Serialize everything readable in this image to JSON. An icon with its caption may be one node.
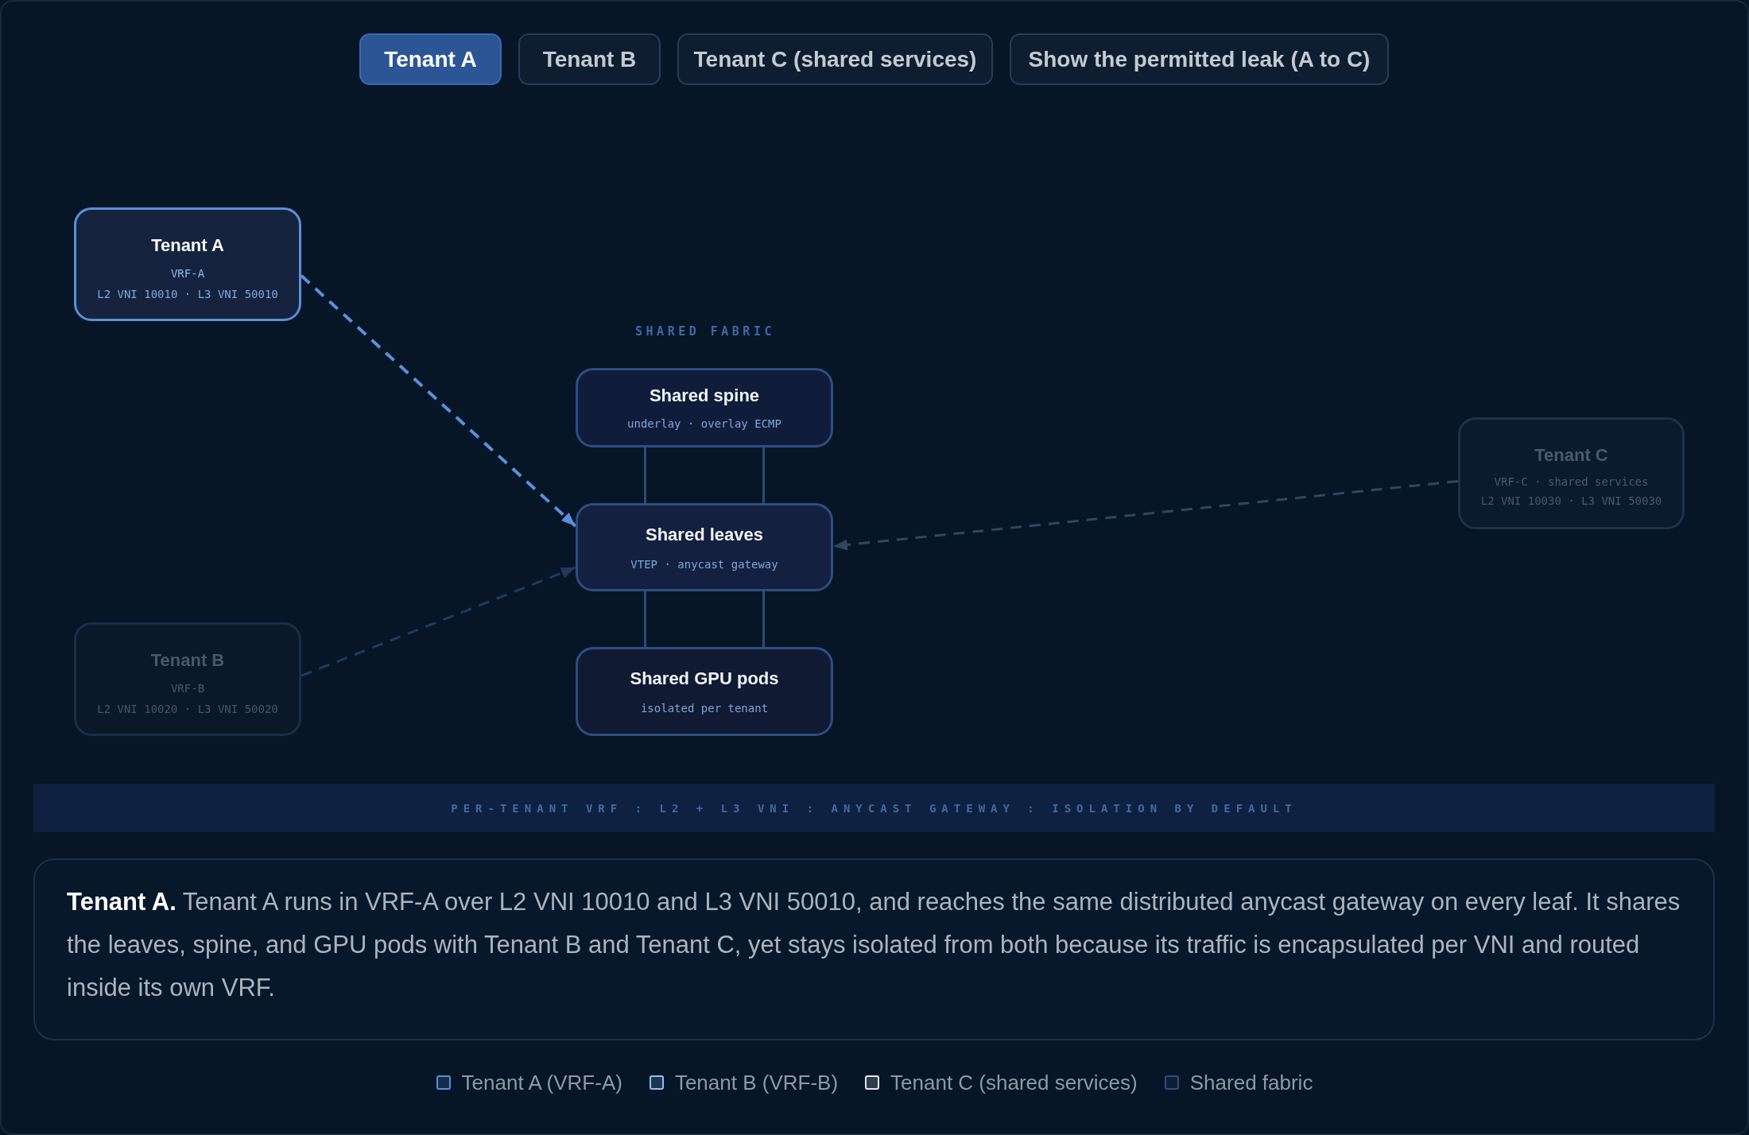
{
  "diagram": {
    "nodes": [
      {
        "text": [
          "Tenant A",
          "VRF-A",
          "L2 VNI 10010 · L3 VNI 50010"
        ]
      },
      {
        "text": [
          "Shared spine",
          "underlay · overlay ECMP"
        ]
      },
      {
        "text": [
          "Tenant C",
          "VRF-C · shared services",
          "L2 VNI 10030 · L3 VNI 50030"
        ]
      },
      {
        "text": [
          "Shared leaves",
          "VTEP · anycast gateway"
        ]
      },
      {
        "text": [
          "Tenant B",
          "VRF-B",
          "L2 VNI 10020 · L3 VNI 50020"
        ]
      },
      {
        "text": [
          "Shared GPU pods",
          "isolated per tenant"
        ]
      }
    ],
    "edges": [
      {
        "from": 0,
        "to": 3,
        "arrow": "to",
        "style": "dashed",
        "color": "#5b8fd9"
      },
      {
        "from": 1,
        "to": 3,
        "arrow": "none"
      },
      {
        "from": 1,
        "to": 3,
        "arrow": "none"
      },
      {
        "from": 2,
        "to": 3,
        "arrow": "to",
        "style": "dashed",
        "color": "#33465d"
      },
      {
        "from": 4,
        "to": 3,
        "arrow": "to",
        "style": "dashed",
        "color": "#213a5a"
      },
      {
        "from": 3,
        "to": 5,
        "arrow": "none"
      },
      {
        "from": 3,
        "to": 5,
        "arrow": "none"
      }
    ],
    "labels": [
      "Tenant A",
      "Tenant B",
      "Tenant C (shared services)",
      "Show the permitted leak (A to C)",
      "SHARED FABRIC",
      "PER-TENANT VRF : L2 + L3 VNI : ANYCAST GATEWAY : ISOLATION BY DEFAULT",
      "**Tenant A.** Tenant A runs in VRF-A over L2 VNI 10010 and L3 VNI 50010, and reaches the same distributed anycast gateway on every leaf. It shares the leaves, spine, and GPU pods with Tenant B and Tenant C, yet stays isolated from both because its traffic is encapsulated per VNI and routed inside its own VRF."
    ],
    "legend": [
      {
        "text": "Tenant A (VRF-A)",
        "color": "#5b8fd9"
      },
      {
        "text": "Tenant B (VRF-B)",
        "color": "#8fc0f0"
      },
      {
        "text": "Tenant C (shared services)",
        "color": "#e2e7ee"
      },
      {
        "text": "Shared fabric",
        "color": "#2f4d80"
      }
    ]
  }
}
